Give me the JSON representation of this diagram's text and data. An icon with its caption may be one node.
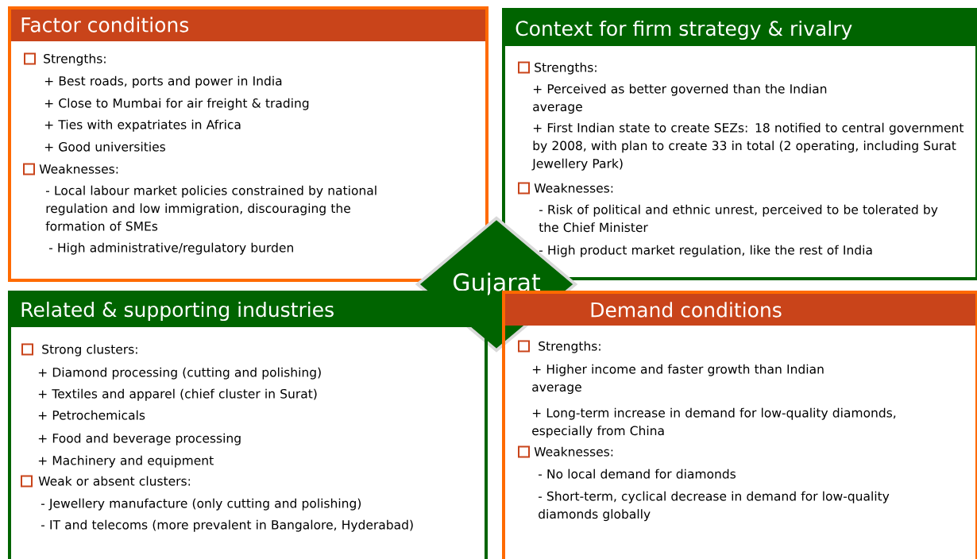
{
  "diagram": {
    "nodes": [
      {
        "text": [
          "Factor conditions",
          "Strengths:",
          "+ Best roads, ports and power in India",
          "+ Close to Mumbai for air freight & trading",
          "+ Ties with expatriates in Africa",
          "+ Good universities",
          "Weaknesses:",
          "- Local labour market policies constrained by national regulation and low immigration, discouraging the formation of SMEs",
          "- High administrative/regulatory burden"
        ]
      },
      {
        "text": [
          "Context for firm strategy & rivalry",
          "Strengths:",
          "+ Perceived as better governed than the Indian average",
          "+ First Indian state to create SEZs: 18 notified to central government by 2008, with plan to create 33 in total (2 operating, including Surat Jewellery Park)",
          "Weaknesses:",
          "- Risk of political and ethnic unrest, perceived to be tolerated by the Chief Minister",
          "- High product market regulation, like the rest of India"
        ]
      },
      {
        "text": [
          "Gujarat"
        ]
      },
      {
        "text": [
          "Related & supporting industries",
          "Strong clusters:",
          "+ Diamond processing (cutting and polishing)",
          "+ Textiles and apparel (chief cluster in Surat)",
          "+ Petrochemicals",
          "+ Food and beverage processing",
          "+ Machinery and equipment",
          "Weak or absent clusters:",
          "- Jewellery manufacture (only cutting and polishing)",
          "- IT and telecoms (more prevalent in Bangalore, Hyderabad)"
        ]
      },
      {
        "text": [
          "Demand conditions",
          "Strengths:",
          "+ Higher income and faster growth than Indian average",
          "+ Long-term increase in demand for low-quality diamonds, especially from China",
          "Weaknesses:",
          "- No local demand for diamonds",
          "- Short-term, cyclical decrease in demand for low-quality diamonds globally"
        ]
      }
    ]
  }
}
